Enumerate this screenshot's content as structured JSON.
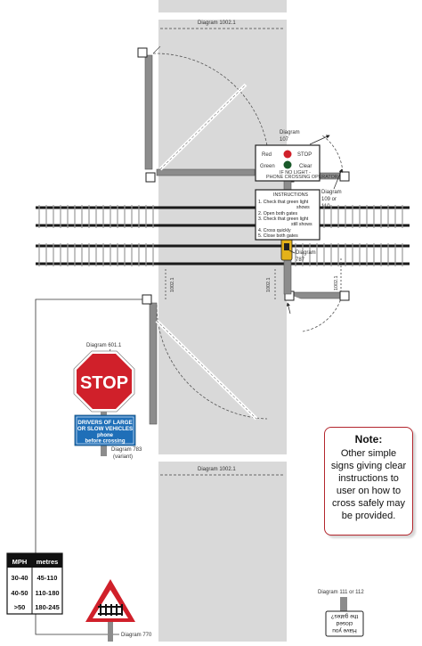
{
  "labels": {
    "d1002_top": "Diagram 1002.1",
    "d1002_bottom": "Diagram 1002.1",
    "d1002_v1": "1002.1",
    "d1002_v2": "1002.1",
    "d1002_v3": "1002.1",
    "d107_a": "Diagram",
    "d107_b": "107",
    "d109_a": "Diagram",
    "d109_b": "109 or",
    "d109_c": "110",
    "d787_a": "Diagram",
    "d787_b": "787",
    "d601": "Diagram 601.1",
    "d783_a": "Diagram 783",
    "d783_b": "(variant)",
    "d770": "Diagram 770",
    "d111": "Diagram 111 or 112"
  },
  "signal_sign": {
    "red": "Red",
    "stop": "STOP",
    "green": "Green",
    "clear": "Clear",
    "footnote_1": "IF NO LIGHT -",
    "footnote_2": "PHONE CROSSING OPERATOR"
  },
  "instructions": {
    "title": "INSTRUCTIONS",
    "lines": [
      "1. Check that green light",
      "shows",
      "2. Open both gates",
      "3. Check that green light",
      "still shows",
      "4. Cross quickly",
      "5. Close both gates"
    ]
  },
  "stop_sign": {
    "text": "STOP"
  },
  "blue_sign": {
    "line1": "DRIVERS OF LARGE",
    "line2": "OR SLOW VEHICLES",
    "line3": "phone",
    "line4": "before crossing"
  },
  "speed_table": {
    "headers": [
      "MPH",
      "metres"
    ],
    "rows": [
      [
        "30-40",
        "45-110"
      ],
      [
        "40-50",
        "110-180"
      ],
      [
        ">50",
        "180-245"
      ]
    ]
  },
  "gate_sign": {
    "line1": "Have you",
    "line2": "closed",
    "line3": "the gates?"
  },
  "note": {
    "title": "Note:",
    "body": "Other simple signs giving clear instructions to user on how to cross safely may be provided."
  },
  "colors": {
    "road": "#d9d9d9",
    "rail": "#1a1a1a",
    "stop_red": "#d0202a",
    "sign_blue": "#1f6fb8",
    "note_border": "#b3262d"
  }
}
